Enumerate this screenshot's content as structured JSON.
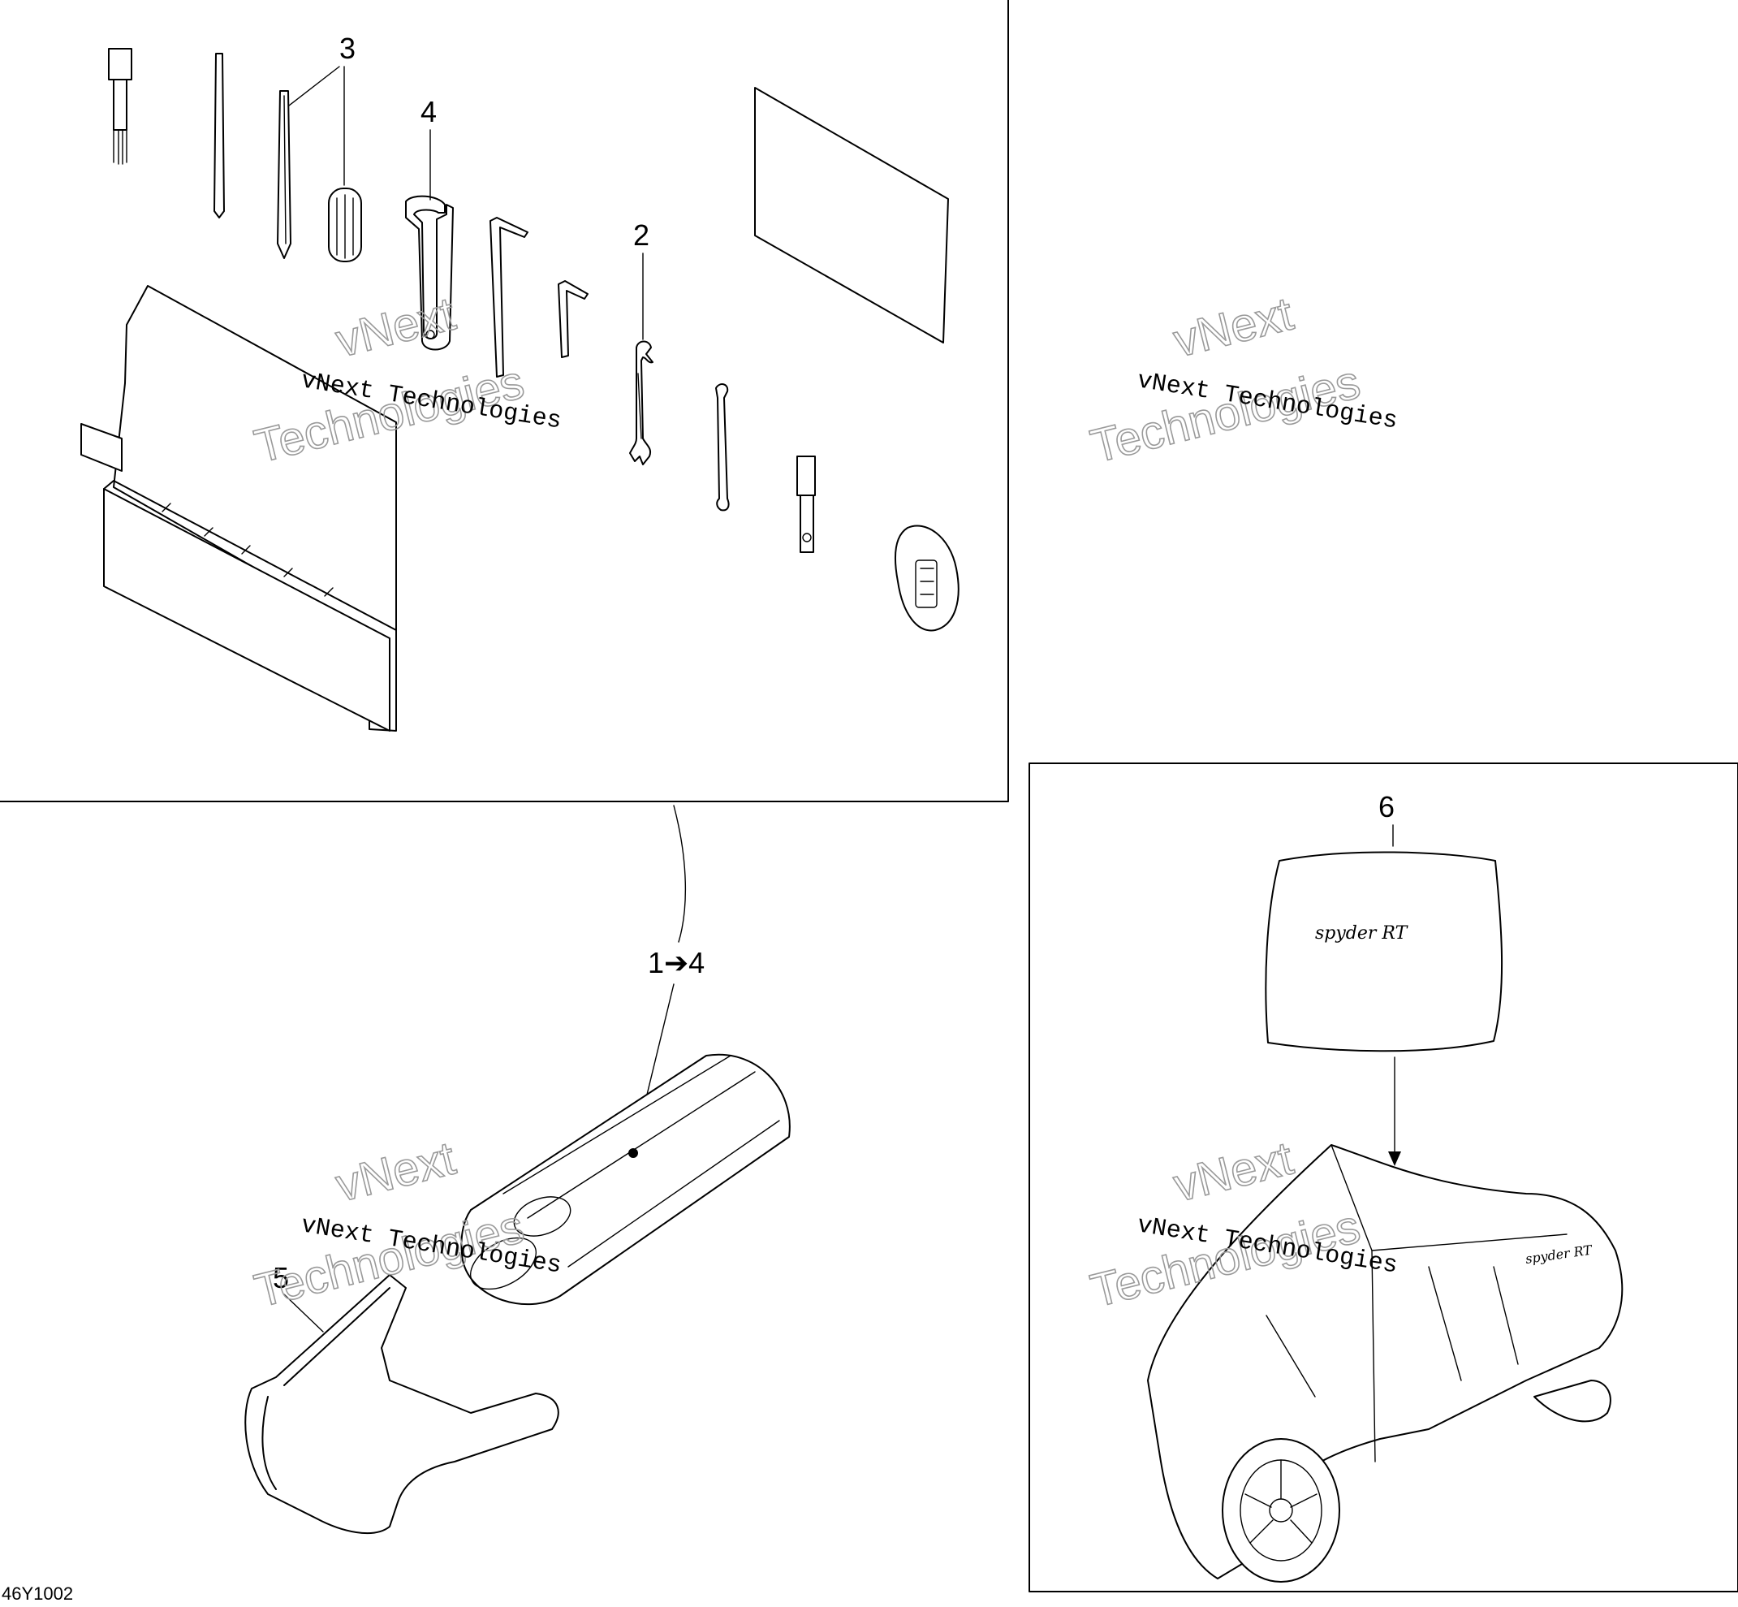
{
  "callouts": {
    "c1": "3",
    "c2": "4",
    "c3": "2",
    "c4": "1➔4",
    "c5": "5",
    "c6": "6"
  },
  "watermark": {
    "line1": "vNext Technologies",
    "outline1": "vNext",
    "outline2": "Technologies"
  },
  "diagram_code": "46Y1002",
  "cover_logo_text": "spyder RT",
  "icons": [
    "tool-bit",
    "screwdriver-shaft",
    "screwdriver-handle",
    "pin-spanner",
    "allen-key",
    "open-end-wrench",
    "spark-plug-socket",
    "booklet",
    "key-fob",
    "tool-holder",
    "tool-pouch",
    "strap",
    "cover-bag",
    "vehicle-cover"
  ]
}
